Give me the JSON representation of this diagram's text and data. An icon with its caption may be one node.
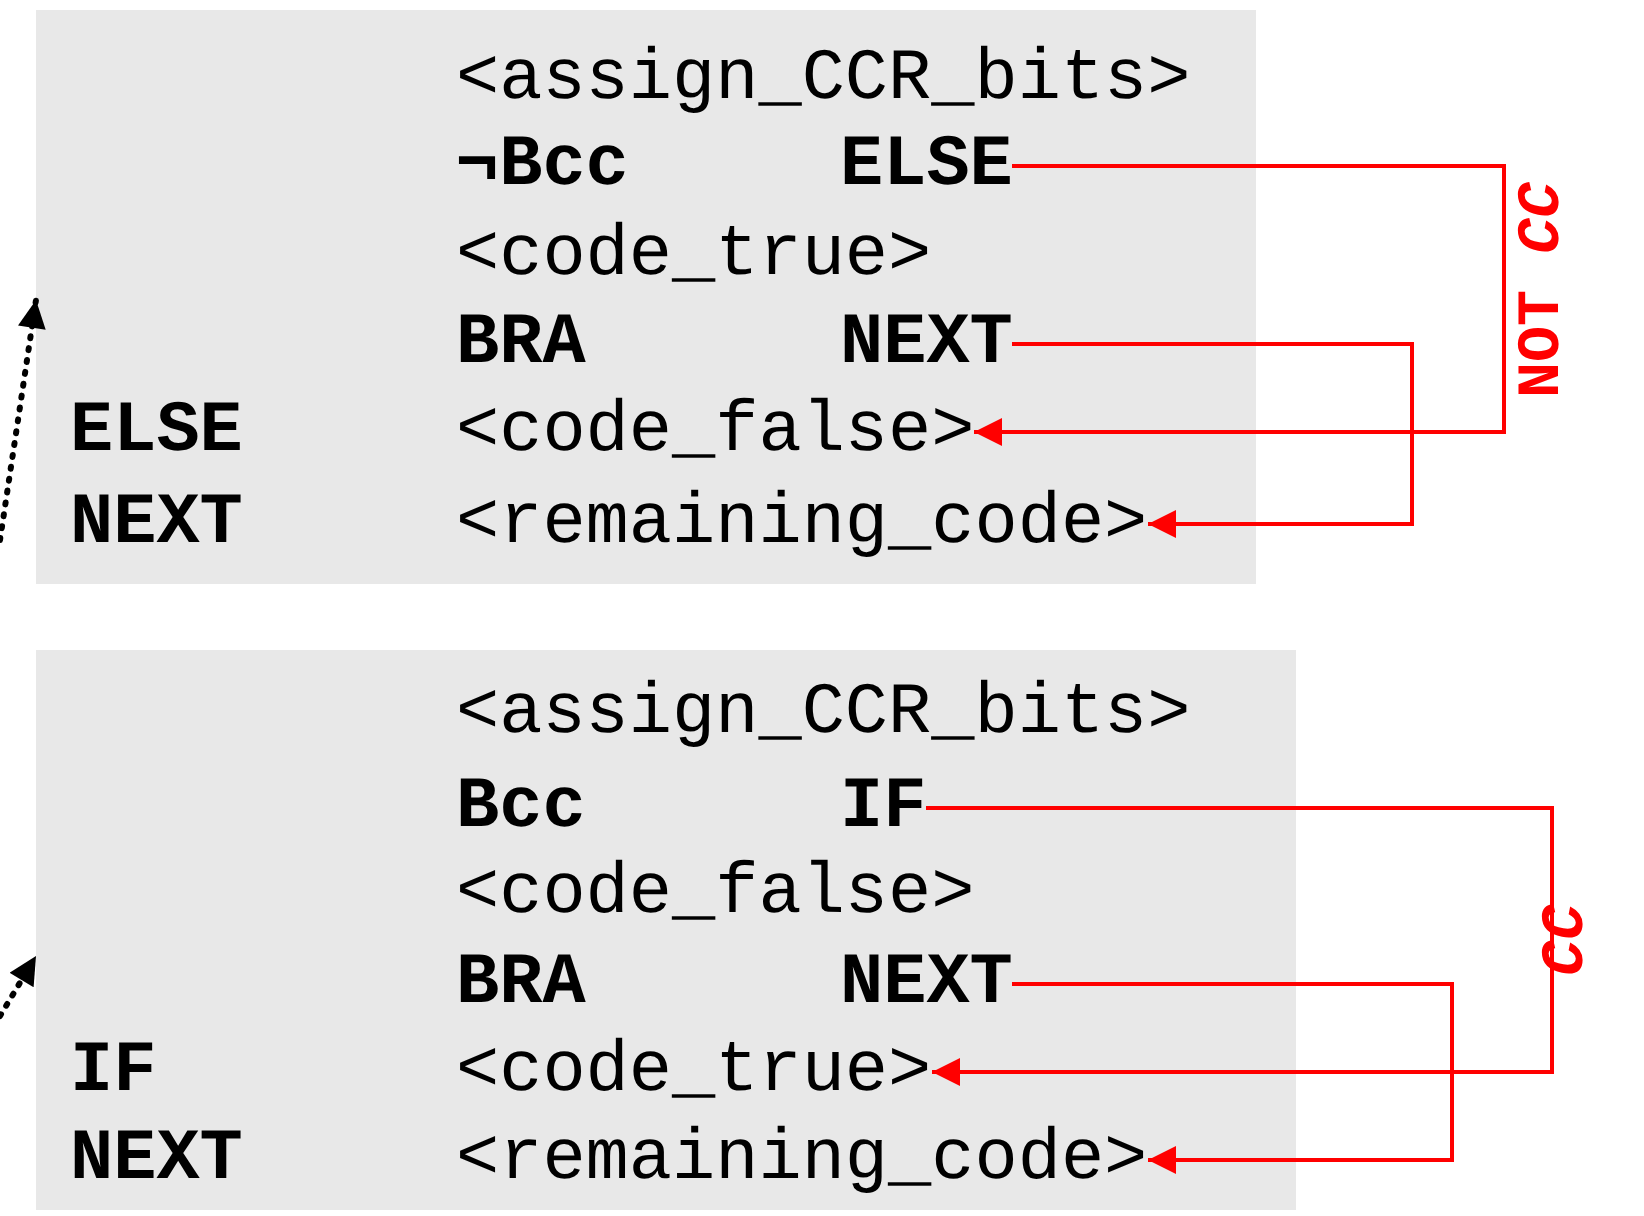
{
  "diagram": {
    "nodes": [
      {
        "text": [],
        "shape": "box"
      },
      {
        "text": [
          "<assign_CCR_bits>"
        ],
        "in": 0
      },
      {
        "text": [
          "¬Bcc",
          "ELSE"
        ],
        "in": 0
      },
      {
        "text": [
          "<code_true>"
        ],
        "in": 0
      },
      {
        "text": [
          "BRA",
          "NEXT"
        ],
        "in": 0
      },
      {
        "text": [
          "ELSE",
          "<code_false>"
        ],
        "in": 0
      },
      {
        "text": [
          "NEXT",
          "<remaining_code>"
        ],
        "in": 0
      },
      {
        "text": [],
        "shape": "box"
      },
      {
        "text": [
          "<assign_CCR_bits>"
        ],
        "in": 7
      },
      {
        "text": [
          "Bcc",
          "IF"
        ],
        "in": 7
      },
      {
        "text": [
          "<code_false>"
        ],
        "in": 7
      },
      {
        "text": [
          "BRA",
          "NEXT"
        ],
        "in": 7
      },
      {
        "text": [
          "IF",
          "<code_true>"
        ],
        "in": 7
      },
      {
        "text": [
          "NEXT",
          "<remaining_code>"
        ],
        "in": 7
      }
    ],
    "edges": [
      {
        "from": 2,
        "to": 5,
        "arrow": "to",
        "label": "NOT *CC*"
      },
      {
        "from": 4,
        "to": 6,
        "arrow": "to"
      },
      {
        "from": 9,
        "to": 12,
        "arrow": "to",
        "label": "CC"
      },
      {
        "from": 11,
        "to": 13,
        "arrow": "to"
      },
      {
        "from": null,
        "to": 0,
        "arrow": "to",
        "style": "dashed",
        "color": "#000000"
      },
      {
        "from": null,
        "to": 7,
        "arrow": "to",
        "style": "dashed",
        "color": "#000000"
      }
    ]
  }
}
